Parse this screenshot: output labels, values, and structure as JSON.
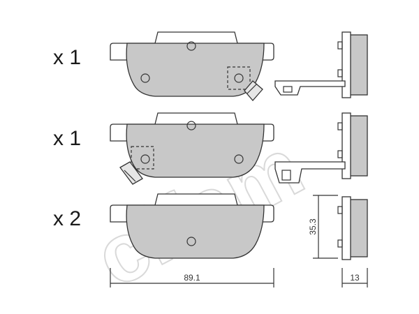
{
  "watermark": {
    "text": "cifam"
  },
  "rows": [
    {
      "quantity": "x 1"
    },
    {
      "quantity": "x 1"
    },
    {
      "quantity": "x 2"
    }
  ],
  "dimensions": {
    "width": "89.1",
    "height": "35.3",
    "thickness": "13"
  },
  "colors": {
    "pad_fill": "#c8c8c8",
    "backing_fill": "#ffffff",
    "line": "#333333"
  }
}
